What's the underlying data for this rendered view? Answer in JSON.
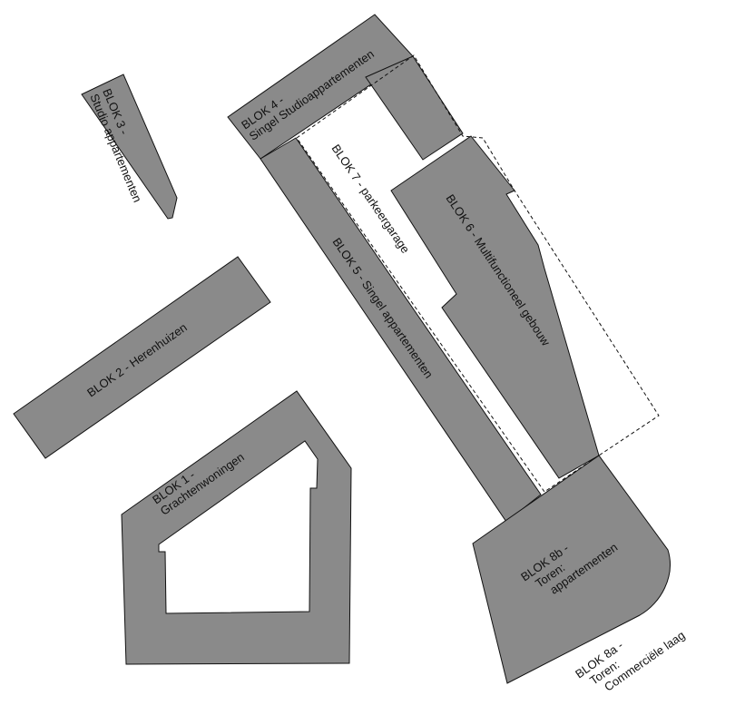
{
  "colors": {
    "building_fill": "#8a8a8a",
    "courtyard_fill": "#ffffff",
    "stroke": "#111111",
    "background": "#ffffff"
  },
  "blocks": {
    "blok1": {
      "line1": "BLOK 1 -",
      "line2": "Grachtenwoningen"
    },
    "blok2": {
      "line1": "BLOK 2 - Herenhuizen"
    },
    "blok3": {
      "line1": "BLOK 3 -",
      "line2": "Studio appartementen"
    },
    "blok4": {
      "line1": "BLOK 4 -",
      "line2": "Singel Studioappartementen"
    },
    "blok5": {
      "line1": "BLOK 5 - Singel appartementen"
    },
    "blok6": {
      "line1": "BLOK 6 - Multifunctioneel gebouw"
    },
    "blok7": {
      "line1": "BLOK 7 - parkeergarage"
    },
    "blok8b": {
      "line1": "BLOK 8b -",
      "line2": "Toren:",
      "line3": "appartementen"
    },
    "blok8a": {
      "line1": "BLOK 8a -",
      "line2": "Toren:",
      "line3": "Commerciële laag"
    }
  }
}
